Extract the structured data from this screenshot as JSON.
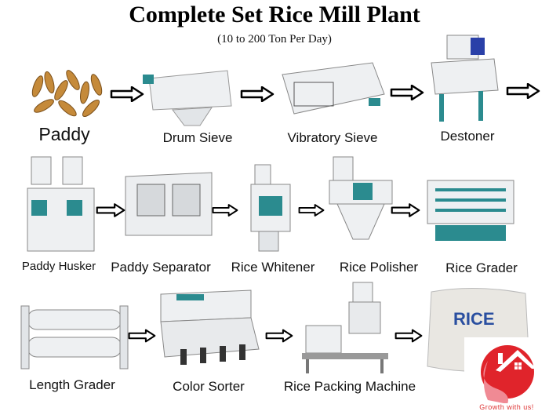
{
  "title": "Complete Set Rice Mill Plant",
  "subtitle": "(10 to 200 Ton Per Day)",
  "steps": {
    "paddy": "Paddy",
    "drum_sieve": "Drum Sieve",
    "vibratory_sieve": "Vibratory Sieve",
    "destoner": "Destoner",
    "paddy_husker": "Paddy Husker",
    "paddy_separator": "Paddy Separator",
    "rice_whitener": "Rice Whitener",
    "rice_polisher": "Rice Polisher",
    "rice_grader": "Rice Grader",
    "length_grader": "Length Grader",
    "color_sorter": "Color Sorter",
    "rice_packing_machine": "Rice Packing Machine"
  },
  "bag_text": "RICE",
  "logo": {
    "tagline": "Growth with us!"
  },
  "colors": {
    "teal": "#2b8b8f",
    "machine": "#eef0f2",
    "logo_red": "#e0242b"
  }
}
